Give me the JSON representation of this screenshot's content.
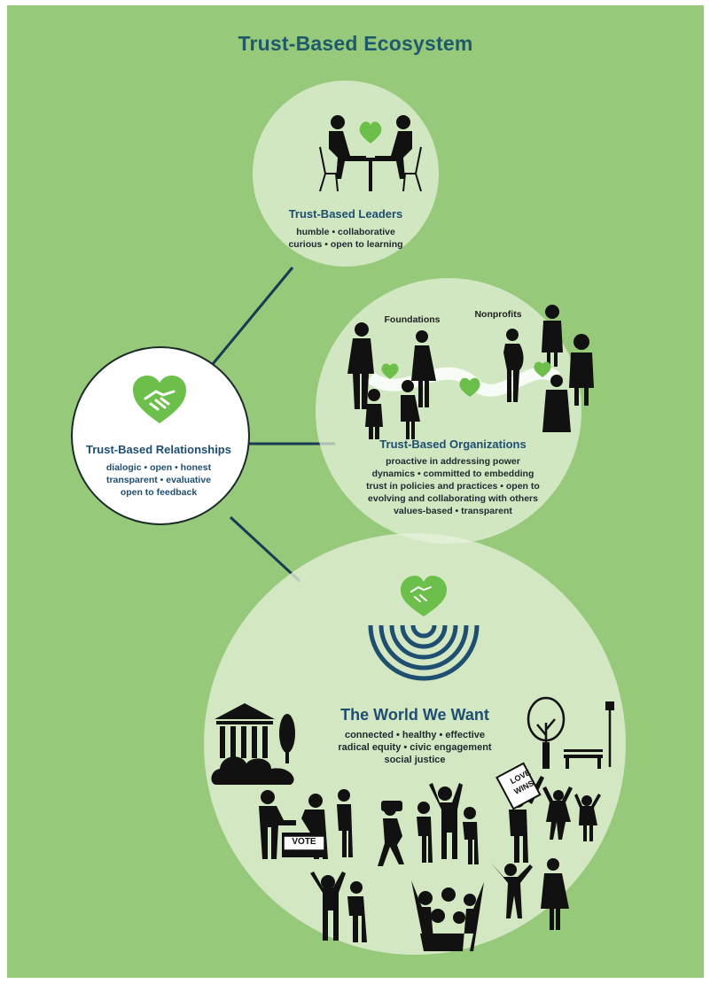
{
  "title": "Trust-Based Ecosystem",
  "leaders": {
    "heading": "Trust-Based Leaders",
    "line1": "humble • collaborative",
    "line2": "curious • open to learning"
  },
  "relationships": {
    "heading": "Trust-Based Relationships",
    "line1": "dialogic • open • honest",
    "line2": "transparent • evaluative",
    "line3": "open to feedback"
  },
  "organizations": {
    "label_foundations": "Foundations",
    "label_nonprofits": "Nonprofits",
    "heading": "Trust-Based Organizations",
    "line1": "proactive in addressing power",
    "line2": "dynamics • committed to embedding",
    "line3": "trust in policies and practices • open to",
    "line4": "evolving and collaborating with others",
    "line5": "values-based • transparent"
  },
  "world": {
    "heading": "The World We Want",
    "line1": "connected • healthy • effective",
    "line2": "radical equity • civic engagement",
    "line3": "social justice",
    "vote_sign": "VOTE",
    "love_sign_1": "LOVE",
    "love_sign_2": "WINS"
  },
  "colors": {
    "background": "#97c97a",
    "heart": "#6cbf4a",
    "dark_blue": "#1e4e70",
    "line": "#1a3a52"
  }
}
